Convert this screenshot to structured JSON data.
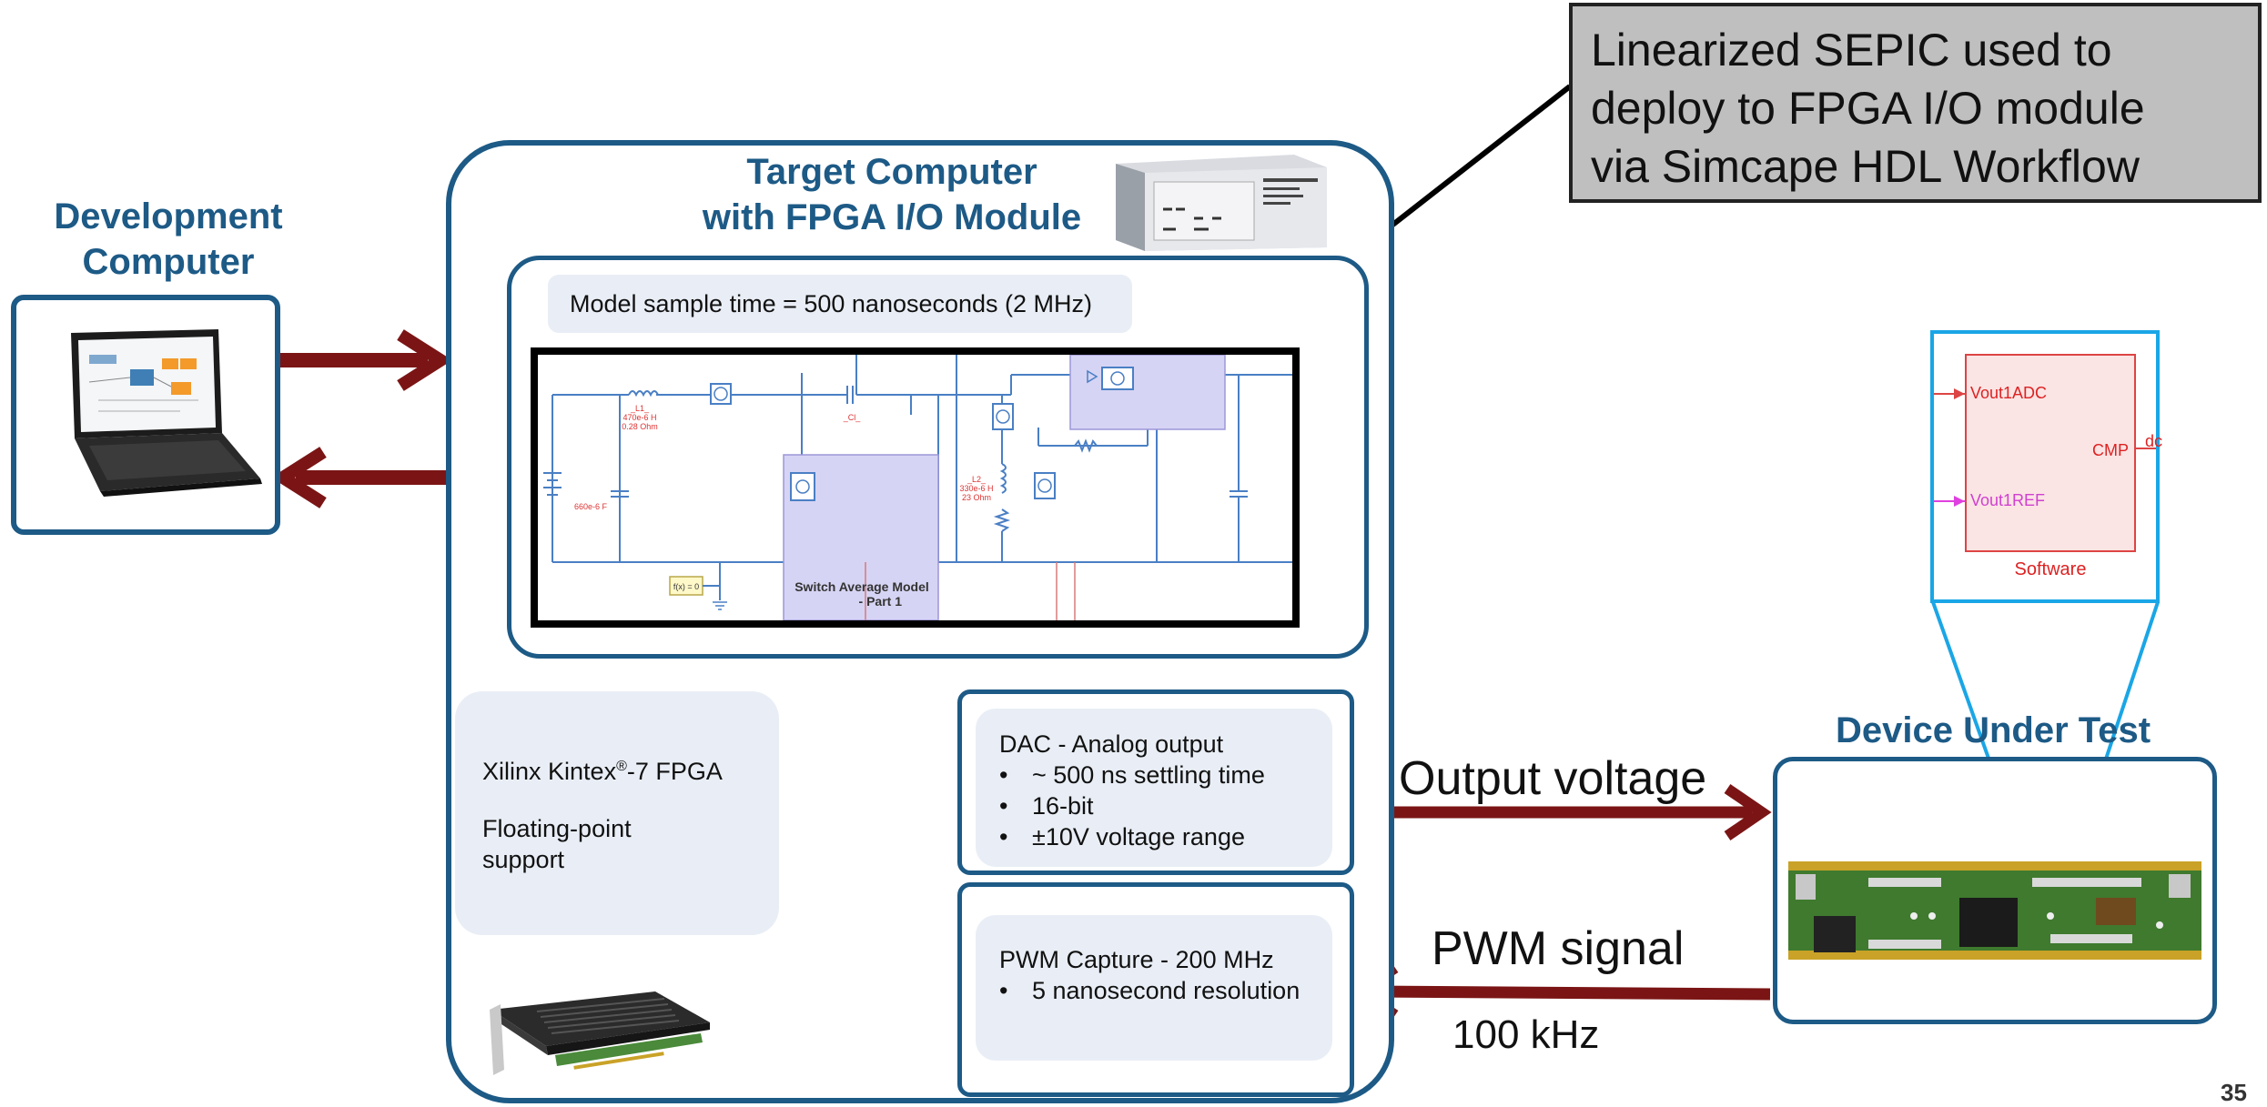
{
  "callout": {
    "lines": [
      "Linearized SEPIC used to",
      "deploy to FPGA I/O module",
      "via Simcape HDL Workflow"
    ]
  },
  "development_computer": {
    "title_line1": "Development",
    "title_line2": "Computer"
  },
  "target_computer": {
    "title_line1": "Target Computer",
    "title_line2": "with FPGA I/O Module"
  },
  "model_sample_time": "Model sample time = 500 nanoseconds (2 MHz)",
  "schematic": {
    "l1_name": "_L1_",
    "l1_value1": "470e-6 H",
    "l1_value2": "0.28 Ohm",
    "c1_label": "_Cl_",
    "c_left_value": "660e-6 F",
    "l2_name": "_L2_",
    "l2_value1": "330e-6 H",
    "l2_value2": "23 Ohm",
    "solver_label": "f(x) = 0",
    "switch_avg_line1": "Switch Average Model",
    "switch_avg_line2": "- Part 1"
  },
  "fpga": {
    "name": "Xilinx Kintex",
    "reg": "®",
    "suffix": "-7 FPGA",
    "support_line1": "Floating-point",
    "support_line2": "support"
  },
  "dac": {
    "title": "DAC - Analog output",
    "bullets": [
      "~ 500 ns settling time",
      "16-bit",
      "±10V voltage range"
    ]
  },
  "pwm_capture": {
    "title": "PWM Capture - 200 MHz",
    "bullets": [
      "5 nanosecond resolution"
    ]
  },
  "signals": {
    "output_voltage": "Output voltage",
    "pwm_signal": "PWM signal",
    "frequency": "100 kHz"
  },
  "device_under_test": {
    "title": "Device Under Test"
  },
  "software_block": {
    "port1": "Vout1ADC",
    "port2": "Vout1REF",
    "output": "CMP",
    "output_cut": "dc",
    "name": "Software"
  },
  "page_number": "35",
  "colors": {
    "blue_border": "#1d5a86",
    "dark_red_arrow": "#7b1515",
    "panel_bg": "#e9eef6",
    "callout_bg": "#bfbfbf",
    "cyan_zoom": "#1aa6e6"
  }
}
